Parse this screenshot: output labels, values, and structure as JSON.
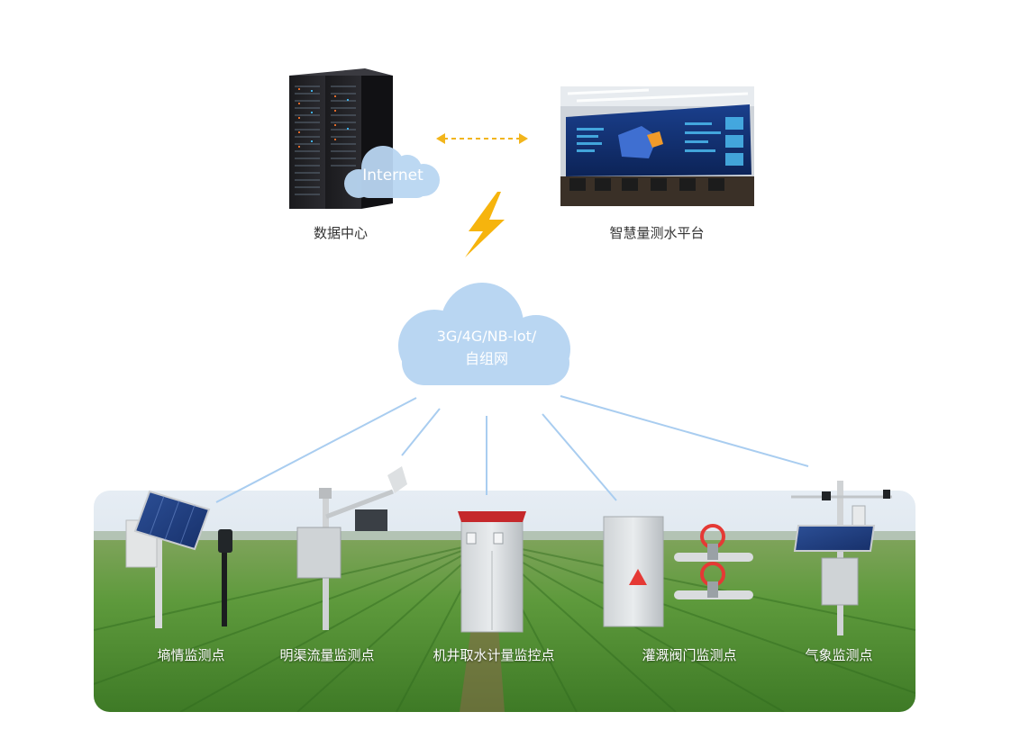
{
  "top": {
    "data_center_label": "数据中心",
    "platform_label": "智慧量测水平台",
    "internet_label": "Internet"
  },
  "network": {
    "line1": "3G/4G/NB-lot/",
    "line2": "自组网"
  },
  "stations": [
    {
      "label": "墒情监测点"
    },
    {
      "label": "明渠流量监测点"
    },
    {
      "label": "机井取水计量监控点"
    },
    {
      "label": "灌溉阀门监测点"
    },
    {
      "label": "气象监测点"
    }
  ],
  "colors": {
    "cloud": "#b9d6f2",
    "link_line": "#a9cdf0",
    "arrow": "#f2b51c",
    "lightning": "#f6b40d",
    "field_green": "#4f8a33",
    "sky": "#dfe8f0"
  }
}
